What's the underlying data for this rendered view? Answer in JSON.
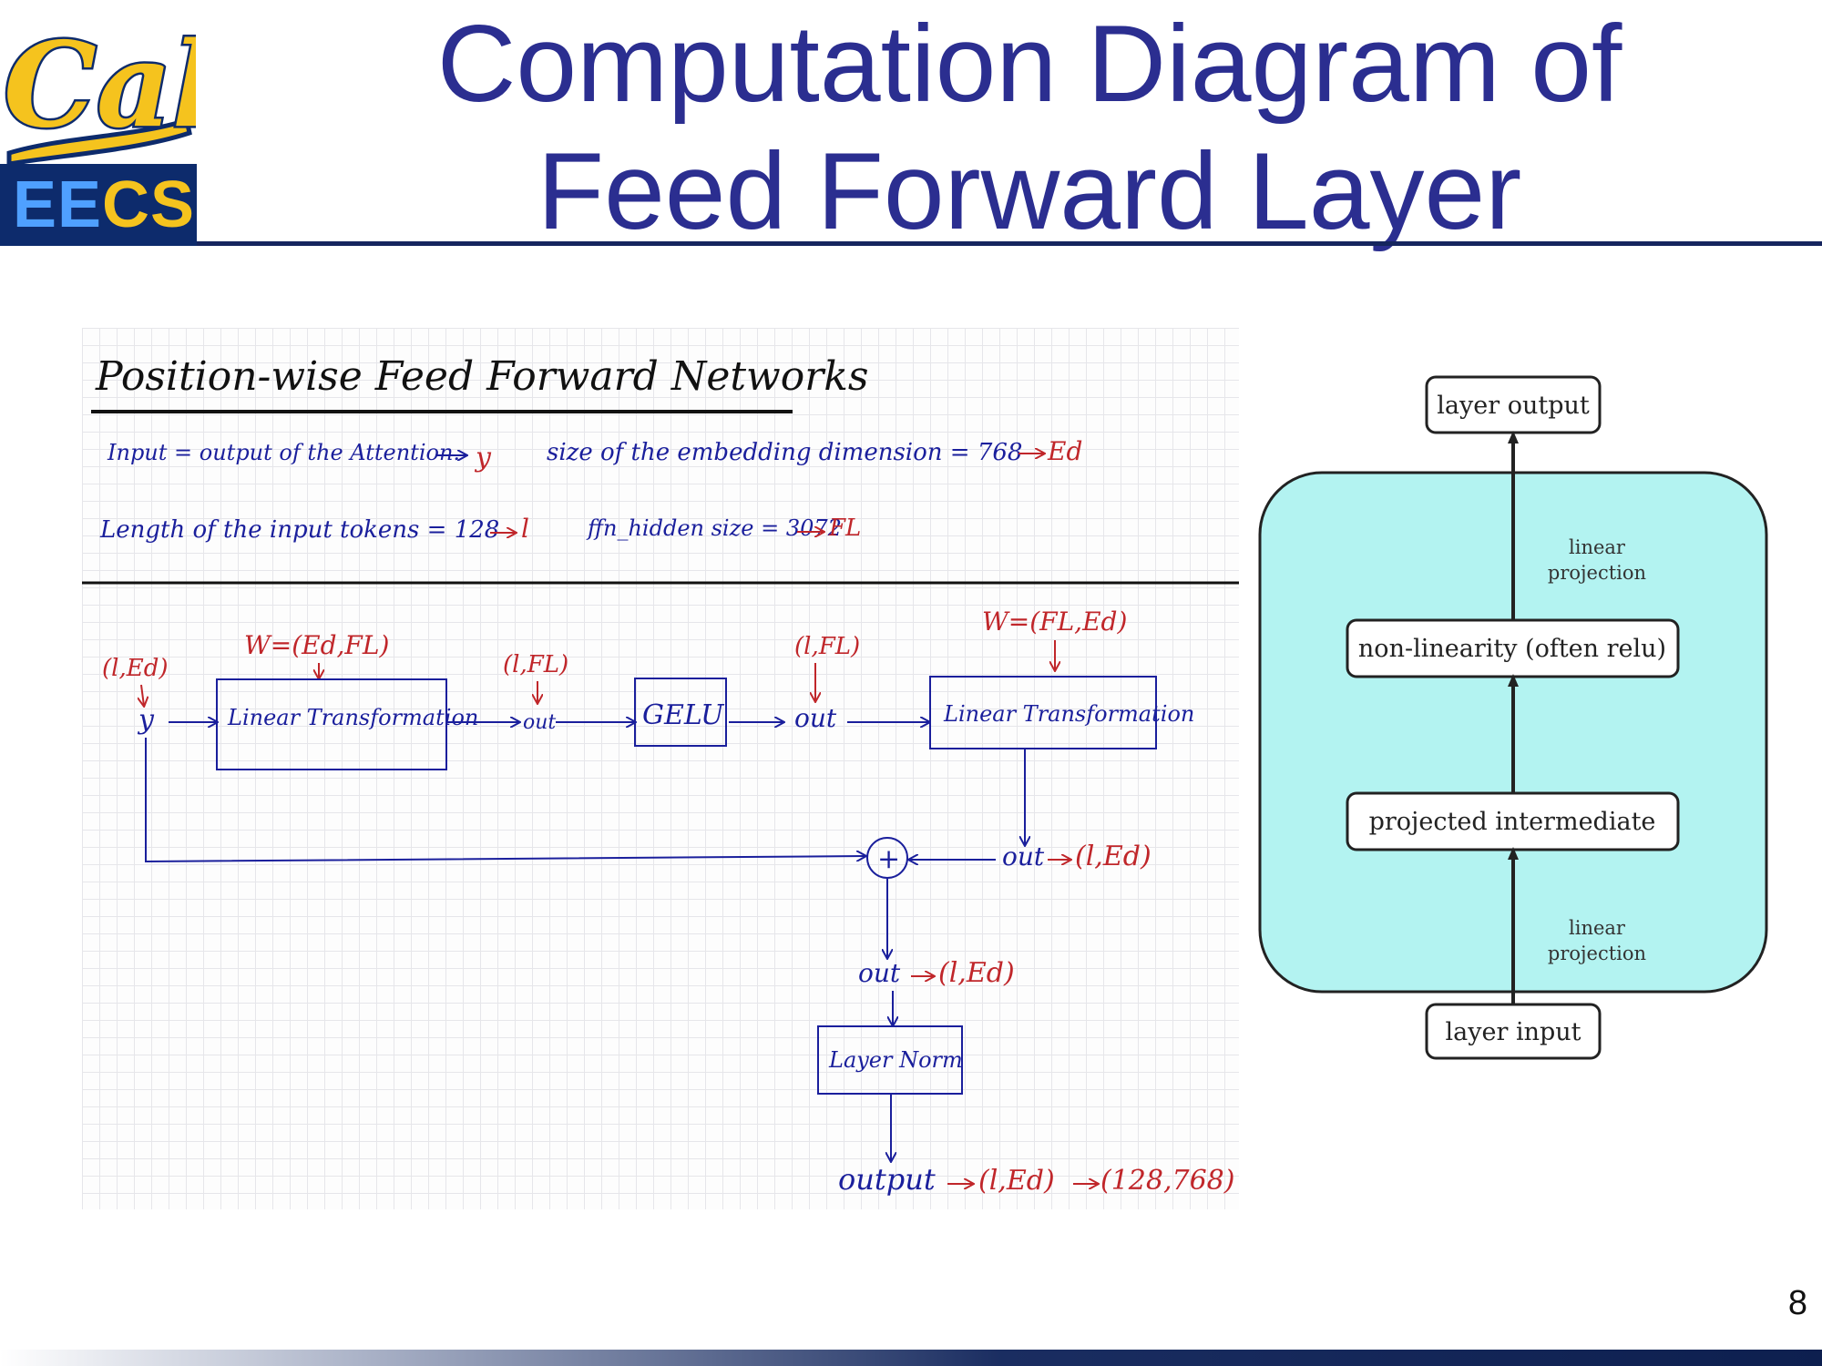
{
  "header": {
    "title": "Computation Diagram of Feed Forward Layer",
    "logo_top": "Cal",
    "logo_bottom_left": "EE",
    "logo_bottom_right": "CS"
  },
  "page_number": "8",
  "notes": {
    "heading": "Position-wise Feed Forward Networks",
    "line1_left": "Input = output of the Attention.",
    "line1_left_sym": "y",
    "line1_right": "size of the embedding dimension = 768",
    "line1_right_sym": "Ed",
    "line2_left": "Length of the input tokens = 128",
    "line2_left_sym": "l",
    "line2_right": "ffn_hidden size = 3072",
    "line2_right_sym": "FL"
  },
  "flow": {
    "input_shape": "(l,Ed)",
    "input_var": "y",
    "w1": "W=(Ed,FL)",
    "linear1": "Linear Transformation",
    "shape_after_linear1": "(l,FL)",
    "out1": "out",
    "gelu": "GELU",
    "shape_after_gelu": "(l,FL)",
    "out2": "out",
    "w2": "W=(FL,Ed)",
    "linear2": "Linear Transformation",
    "out3": "out",
    "shape_out3": "(l,Ed)",
    "plus": "+",
    "out4": "out",
    "shape_out4": "(l,Ed)",
    "layer_norm": "Layer Norm",
    "output": "output",
    "output_shape": "(l,Ed)",
    "output_shape_numeric": "(128,768)"
  },
  "block_diagram": {
    "layer_output": "layer output",
    "linear_projection_top": "linear projection",
    "nonlinearity": "non-linearity (often relu)",
    "projected_intermediate": "projected intermediate",
    "linear_projection_bottom": "linear projection",
    "layer_input": "layer input"
  },
  "colors": {
    "title": "#2b2e90",
    "ink_blue": "#1a1f9c",
    "ink_red": "#c0262a",
    "cyan_fill": "#b3f3f1",
    "navy": "#0d2b6c",
    "gold": "#f5c31e"
  }
}
